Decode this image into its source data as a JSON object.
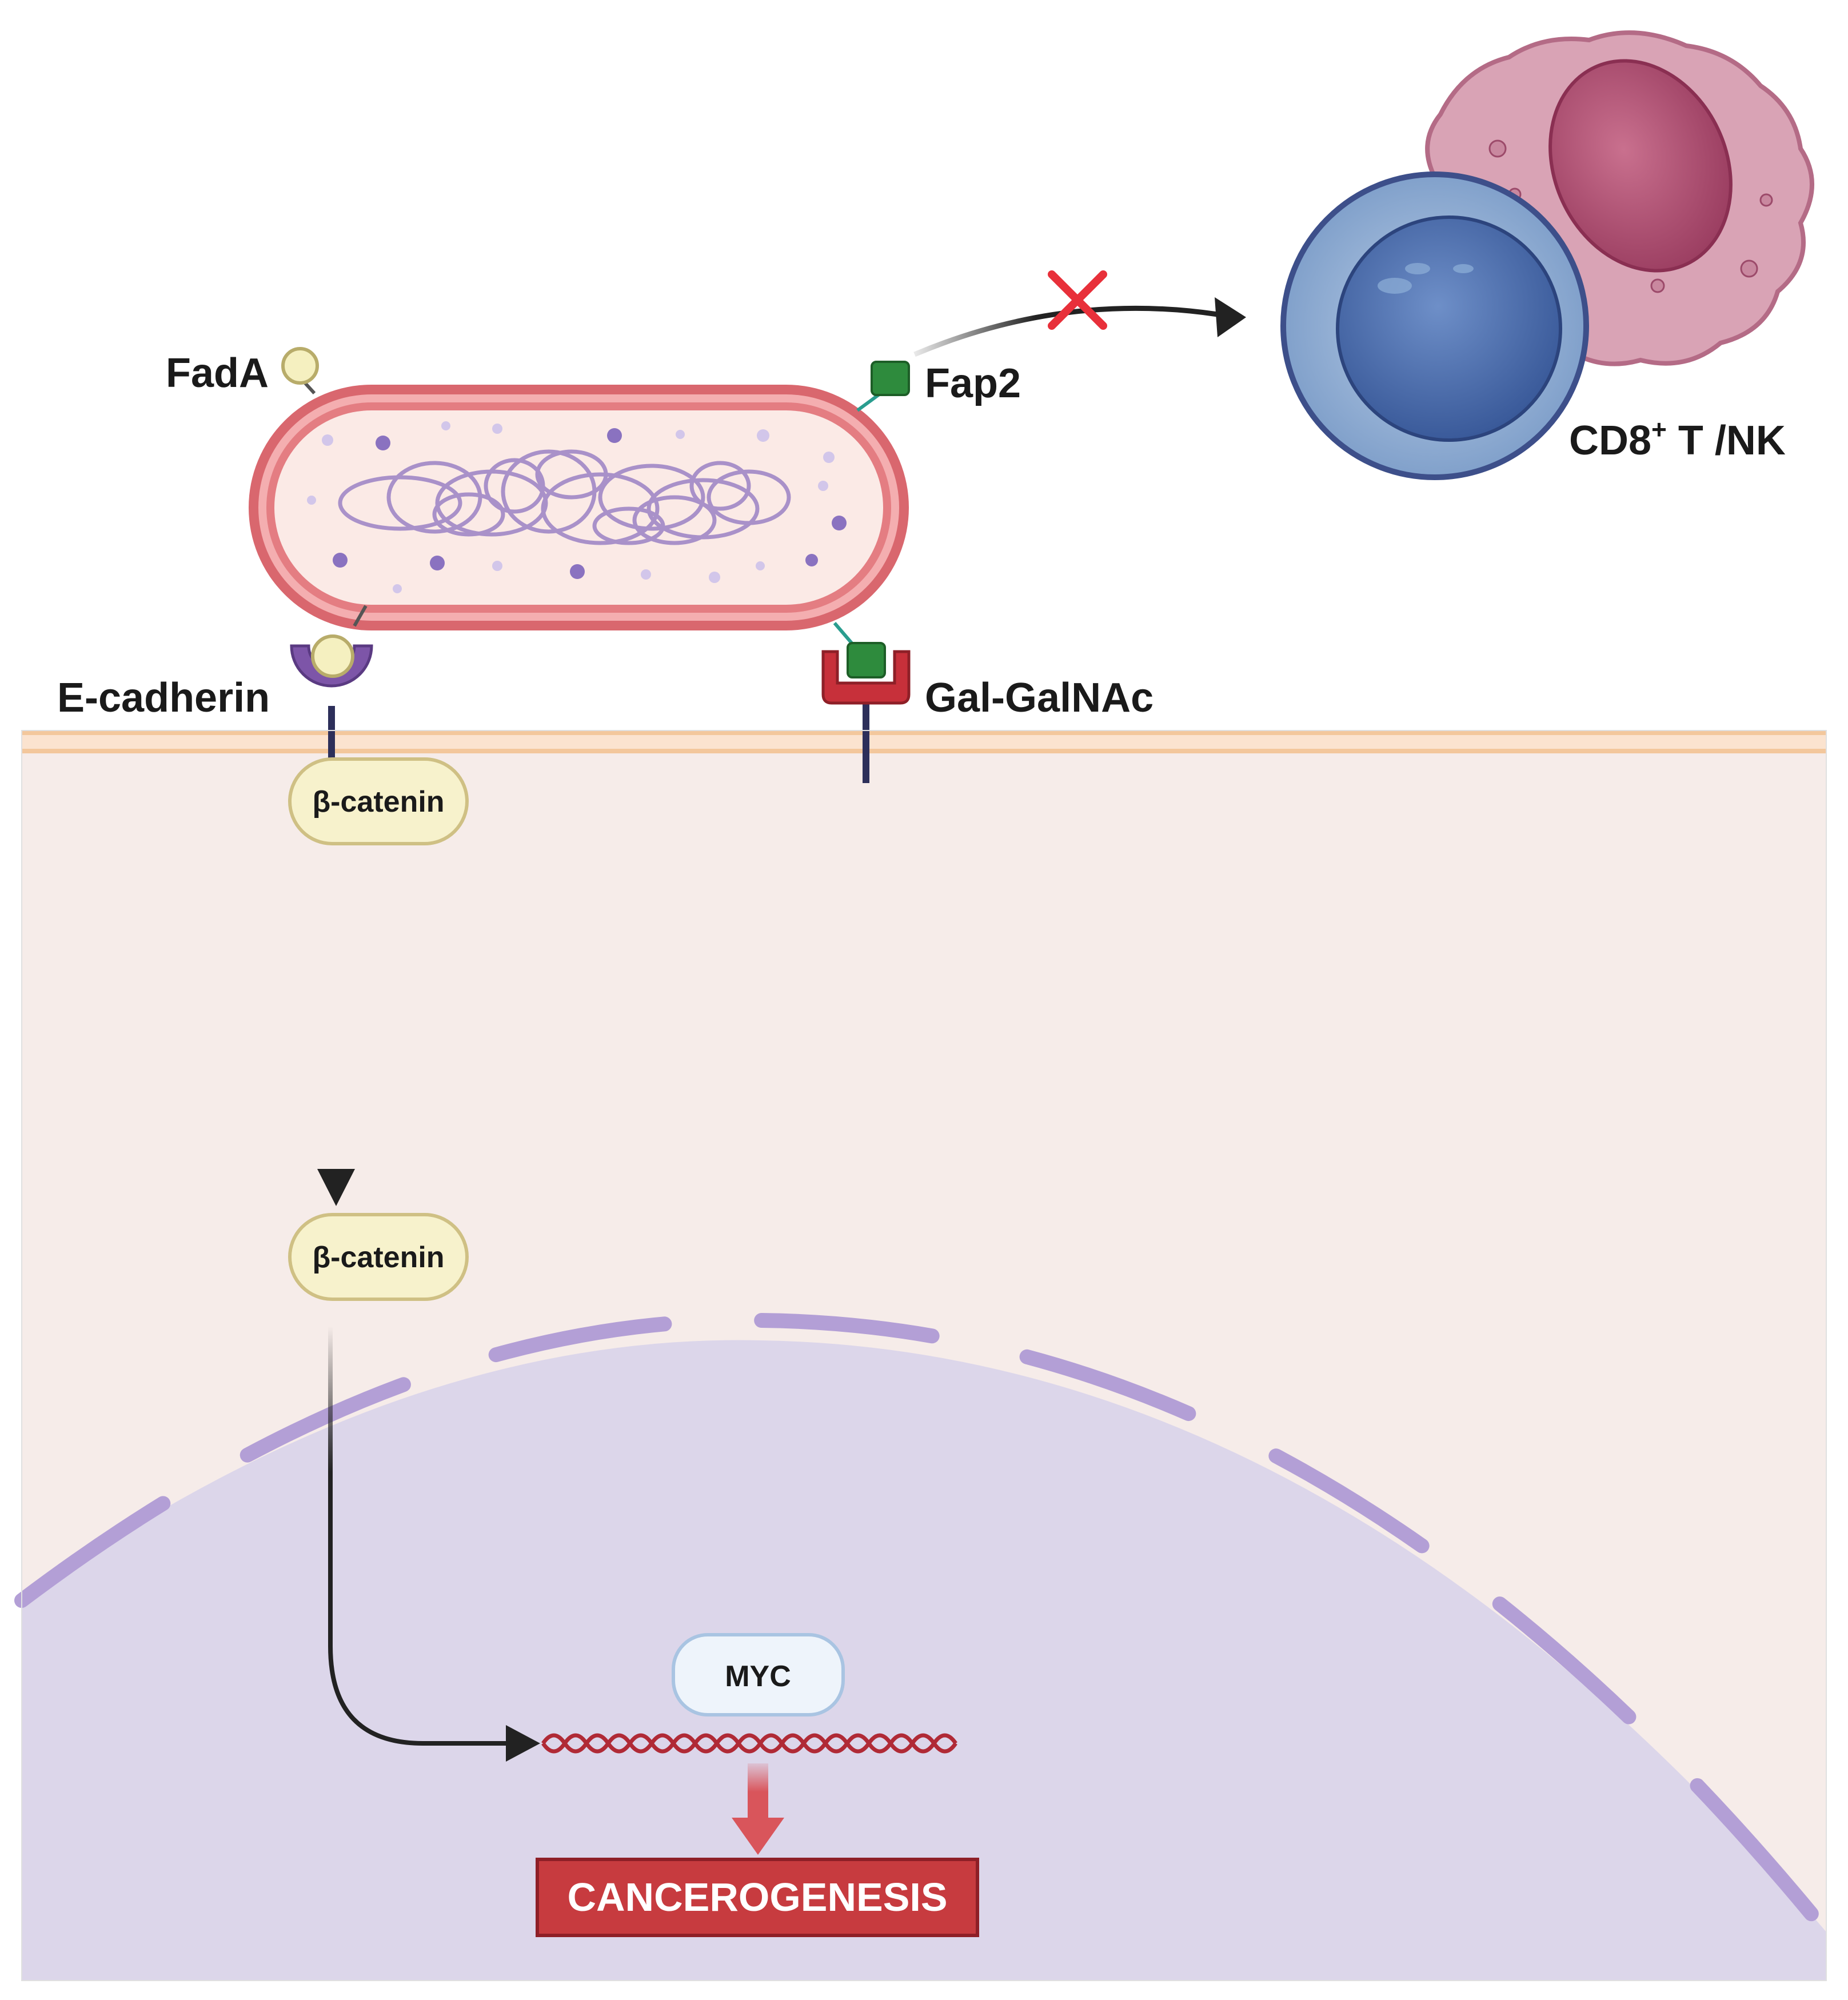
{
  "labels": {
    "fada": "FadA",
    "fap2": "Fap2",
    "e_cadherin": "E-cadherin",
    "gal_galnac": "Gal-GalNAc",
    "immune_cells": "CD8",
    "immune_cells_sup": "+",
    "immune_cells_suffix": " T /NK",
    "beta_catenin_membrane": "β-catenin",
    "beta_catenin_cytoplasm": "β-catenin",
    "myc": "MYC",
    "outcome": "CANCEROGENESIS"
  },
  "colors": {
    "cytoplasm": "#f6ece9",
    "nucleus": "#dcd6ea",
    "nuclear_envelope": "#b39fd6",
    "membrane": "#f3c79c",
    "bacterium_wall": "#d9676e",
    "bacterium_inner": "#fbeae6",
    "dna_strand": "#b02a36",
    "pill_fill": "#f7f2cc",
    "pill_stroke": "#cfc084",
    "myc_fill": "#eef4fb",
    "myc_stroke": "#a9c4e2",
    "cancer_box": "#c73b3f",
    "receptor_purple": "#7d55a8",
    "receptor_red": "#c7303a",
    "fap2_green": "#2e8b3d",
    "fada_yellow": "#f5f0c0",
    "inhibit_x": "#e8303a",
    "t_cell": "#7193c6",
    "nk_cell": "#c9889f"
  },
  "icons": {
    "inhibition": "x-mark-icon",
    "arrow": "arrowhead-icon"
  }
}
